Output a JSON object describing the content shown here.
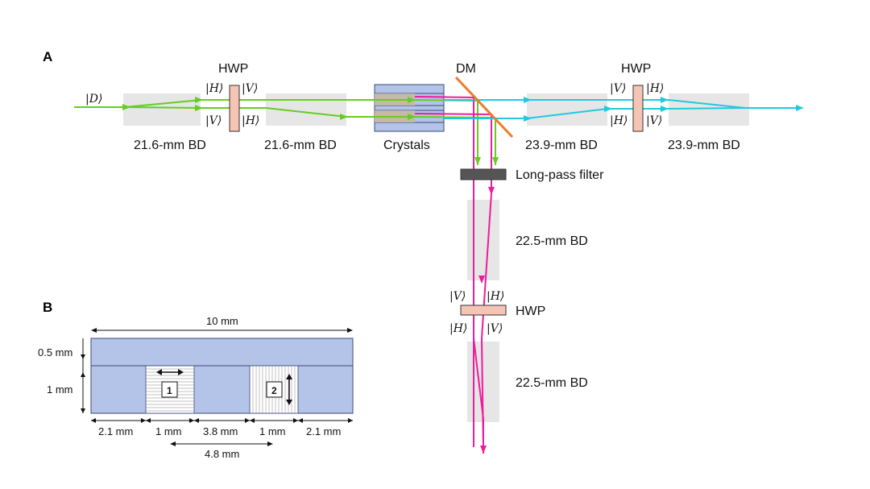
{
  "panels": {
    "a": "A",
    "b": "B"
  },
  "labels": {
    "input_state": "|D⟩",
    "hwp_1": "HWP",
    "hwp_2": "HWP",
    "hwp_3": "HWP",
    "dm": "DM",
    "bd_216_first": "21.6-mm BD",
    "bd_216_second": "21.6-mm BD",
    "crystals": "Crystals",
    "bd_239_first": "23.9-mm BD",
    "bd_239_second": "23.9-mm BD",
    "long_pass_filter": "Long-pass filter",
    "bd_225_first": "22.5-mm BD",
    "bd_225_second": "22.5-mm BD"
  },
  "kets": {
    "hwp1_top_left": "|H⟩",
    "hwp1_top_right": "|V⟩",
    "hwp1_bottom_left": "|V⟩",
    "hwp1_bottom_right": "|H⟩",
    "hwp2_top_left": "|V⟩",
    "hwp2_top_right": "|H⟩",
    "hwp2_bottom_left": "|H⟩",
    "hwp2_bottom_right": "|V⟩",
    "hwp3_top_left": "|V⟩",
    "hwp3_top_right": "|H⟩",
    "hwp3_bottom_left": "|H⟩",
    "hwp3_bottom_right": "|V⟩"
  },
  "crystal_diagram": {
    "total_width": "10 mm",
    "top_layer": "0.5 mm",
    "bottom_layer": "1 mm",
    "seg_1": "2.1 mm",
    "seg_2": "1 mm",
    "seg_3": "3.8 mm",
    "seg_4": "1 mm",
    "seg_5": "2.1 mm",
    "spacing": "4.8 mm",
    "crystal_1": "1",
    "crystal_2": "2"
  },
  "colors": {
    "pump": "#66cc22",
    "signal": "#22c8e0",
    "idler": "#ee1c9c",
    "dichroic": "#f07a2a",
    "hwp": "#f6c4b4",
    "crystal": "#b4c4e8",
    "bd": "#e6e6e6",
    "filter": "#555555"
  }
}
